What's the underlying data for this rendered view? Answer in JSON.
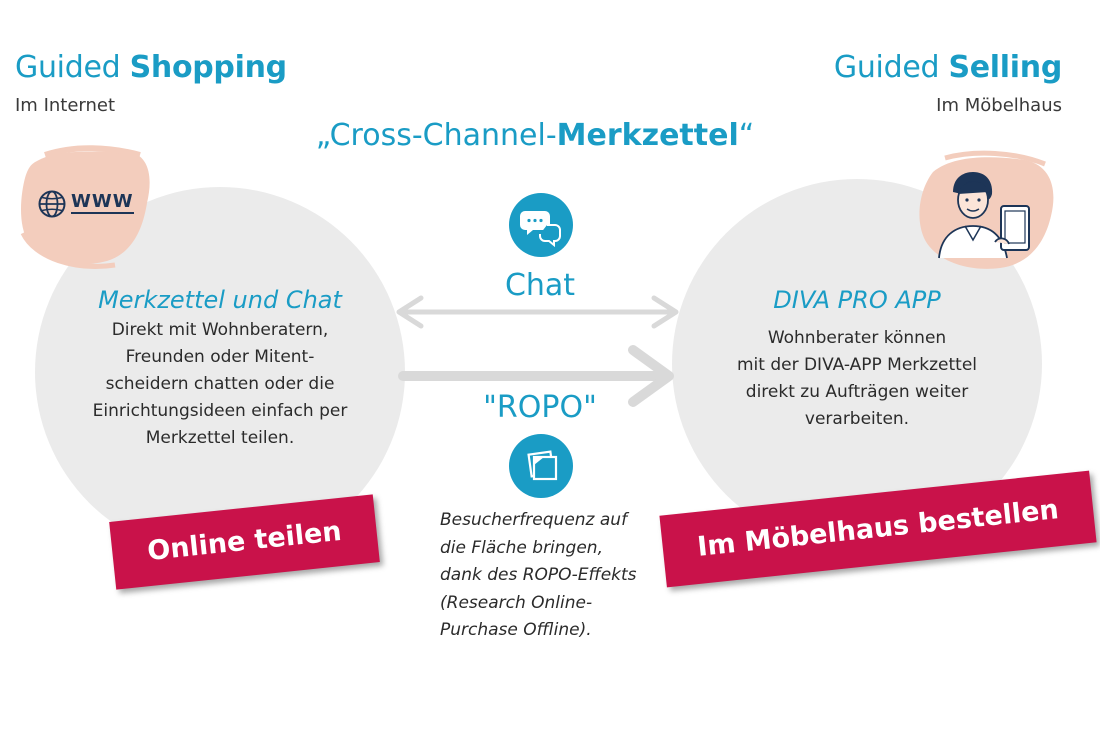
{
  "header_left": {
    "title_plain": "Guided ",
    "title_bold": "Shopping",
    "subtitle": "Im Internet"
  },
  "header_right": {
    "title_plain": "Guided ",
    "title_bold": "Selling",
    "subtitle": "Im Möbelhaus"
  },
  "center_title": {
    "prefix": "„Cross-Channel-",
    "bold": "Merkzettel",
    "suffix": "“"
  },
  "left_circle": {
    "heading": "Merkzettel und Chat",
    "lines": [
      "Direkt mit Wohnberatern,",
      "Freunden oder Mitent-",
      "scheidern chatten oder die",
      "Einrichtungsideen einfach per",
      "Merkzettel teilen."
    ]
  },
  "right_circle": {
    "heading": "DIVA PRO APP",
    "lines": [
      "Wohnberater können",
      "mit der DIVA-APP Merkzettel",
      "direkt zu Aufträgen weiter",
      "verarbeiten."
    ]
  },
  "www_badge": {
    "text": "WWW",
    "icon": "globe-icon"
  },
  "chat_label": "Chat",
  "ropo_label": "\"ROPO\"",
  "ropo_description": [
    "Besucherfrequenz auf",
    "die Fläche bringen,",
    "dank des ROPO-Effekts",
    "(Research Online-",
    "Purchase Offline)."
  ],
  "banner_left": "Online teilen",
  "banner_right": "Im Möbelhaus bestellen",
  "colors": {
    "accent": "#1a9cc5",
    "banner": "#c9124a",
    "circle": "#ebebeb",
    "blob": "#f3cdbd",
    "arrow": "#d9d9d9"
  }
}
